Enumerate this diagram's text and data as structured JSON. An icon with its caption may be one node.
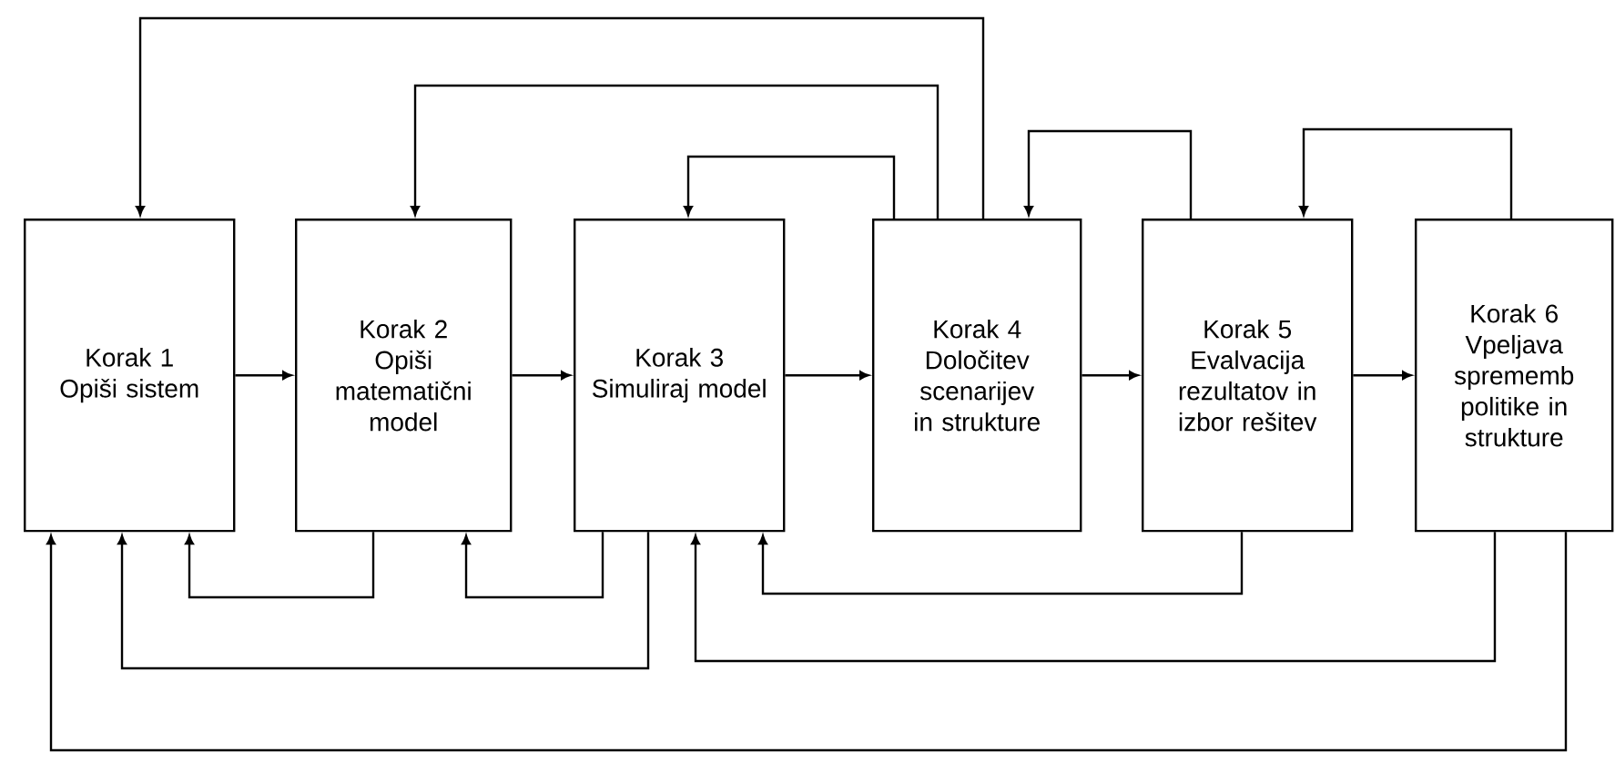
{
  "diagram": {
    "nodes": [
      {
        "text": [
          "Korak 1",
          "Opiši sistem"
        ]
      },
      {
        "text": [
          "Korak 2",
          "Opiši matematični model"
        ]
      },
      {
        "text": [
          "Korak 3",
          "Simuliraj model"
        ]
      },
      {
        "text": [
          "Korak 4",
          "Določitev scenarijev in strukture"
        ]
      },
      {
        "text": [
          "Korak 5",
          "Evalvacija rezultatov in izbor rešitev"
        ]
      },
      {
        "text": [
          "Korak 6",
          "Vpeljava sprememb politike in strukture"
        ]
      }
    ],
    "edges": [
      {
        "from": 0,
        "to": 1,
        "arrow": "to"
      },
      {
        "from": 1,
        "to": 2,
        "arrow": "to"
      },
      {
        "from": 2,
        "to": 3,
        "arrow": "to"
      },
      {
        "from": 3,
        "to": 4,
        "arrow": "to"
      },
      {
        "from": 4,
        "to": 5,
        "arrow": "to"
      },
      {
        "from": 3,
        "to": 0,
        "arrow": "to"
      },
      {
        "from": 3,
        "to": 1,
        "arrow": "to"
      },
      {
        "from": 3,
        "to": 2,
        "arrow": "to"
      },
      {
        "from": 4,
        "to": 3,
        "arrow": "to"
      },
      {
        "from": 5,
        "to": 4,
        "arrow": "to"
      },
      {
        "from": 1,
        "to": 0,
        "arrow": "to"
      },
      {
        "from": 2,
        "to": 1,
        "arrow": "to"
      },
      {
        "from": 2,
        "to": 0,
        "arrow": "to"
      },
      {
        "from": 4,
        "to": 2,
        "arrow": "to"
      },
      {
        "from": 5,
        "to": 2,
        "arrow": "to"
      },
      {
        "from": 5,
        "to": 0,
        "arrow": "to"
      }
    ]
  }
}
